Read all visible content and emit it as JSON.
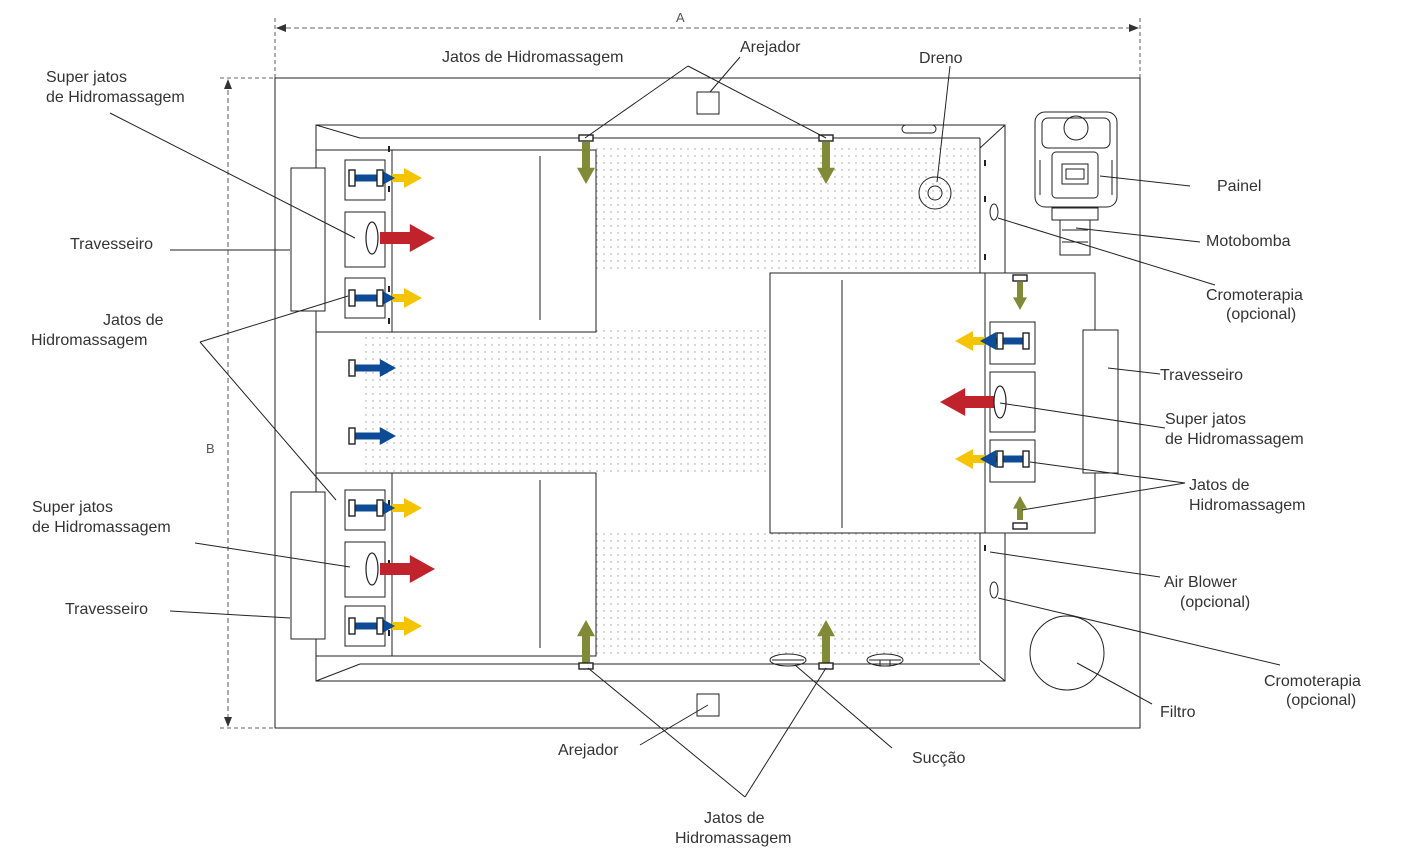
{
  "dimensions": {
    "width_label": "A",
    "height_label": "B"
  },
  "labels": {
    "jatos_top": "Jatos de Hidromassagem",
    "arejador_top": "Arejador",
    "dreno": "Dreno",
    "super_jatos_tl_1": "Super jatos",
    "super_jatos_tl_2": "de Hidromassagem",
    "travesseiro_l1": "Travesseiro",
    "jatos_left_1": "Jatos de",
    "jatos_left_2": "Hidromassagem",
    "super_jatos_bl_1": "Super jatos",
    "super_jatos_bl_2": "de Hidromassagem",
    "travesseiro_l2": "Travesseiro",
    "painel": "Painel",
    "motobomba": "Motobomba",
    "cromo_r1_1": "Cromoterapia",
    "cromo_r1_2": "(opcional)",
    "travesseiro_r": "Travesseiro",
    "super_jatos_r_1": "Super jatos",
    "super_jatos_r_2": "de Hidromassagem",
    "jatos_r_1": "Jatos de",
    "jatos_r_2": "Hidromassagem",
    "air_blower_1": "Air Blower",
    "air_blower_2": "(opcional)",
    "cromo_r2_1": "Cromoterapia",
    "cromo_r2_2": "(opcional)",
    "filtro": "Filtro",
    "arejador_bottom": "Arejador",
    "succao": "Sucção",
    "jatos_bottom_1": "Jatos de",
    "jatos_bottom_2": "Hidromassagem"
  },
  "colors": {
    "arrow_yellow": "#f5c400",
    "arrow_blue": "#0d4b96",
    "arrow_red": "#c0232c",
    "arrow_green": "#808a37",
    "dots": "#9a9a9a"
  }
}
